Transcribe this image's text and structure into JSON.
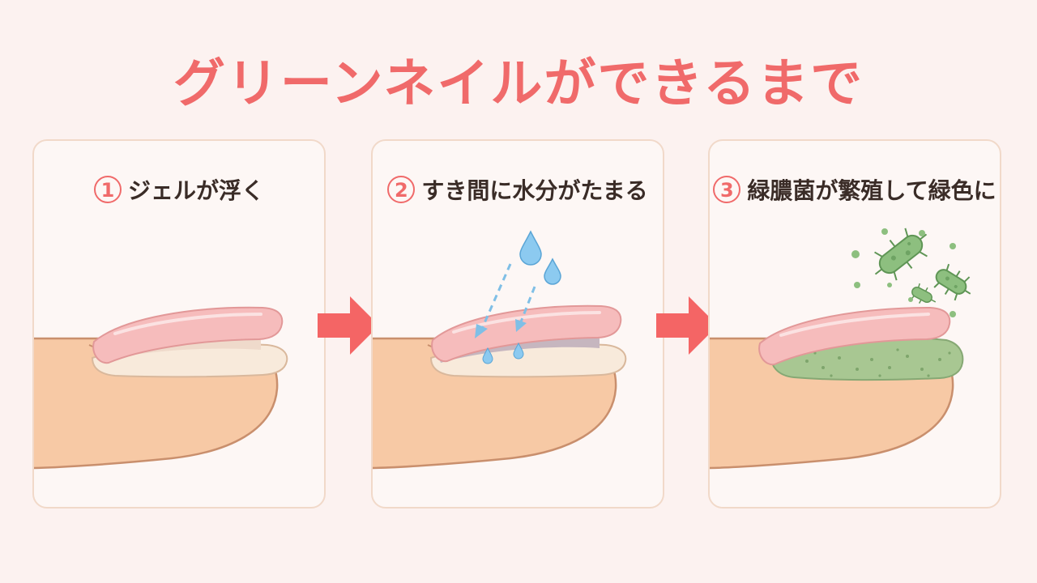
{
  "title": "グリーンネイルができるまで",
  "steps": [
    {
      "number": "1",
      "label": "ジェルが浮く"
    },
    {
      "number": "2",
      "label": "すき間に水分がたまる"
    },
    {
      "number": "3",
      "label": "緑膿菌が繁殖して緑色に"
    }
  ],
  "colors": {
    "accent": "#f06a6a",
    "skin": "#f7c9a5",
    "gel": "#f6bcbc",
    "nail_bed": "#f8eadb",
    "water": "#7fbfe6",
    "bacteria": "#8dbf7f"
  }
}
